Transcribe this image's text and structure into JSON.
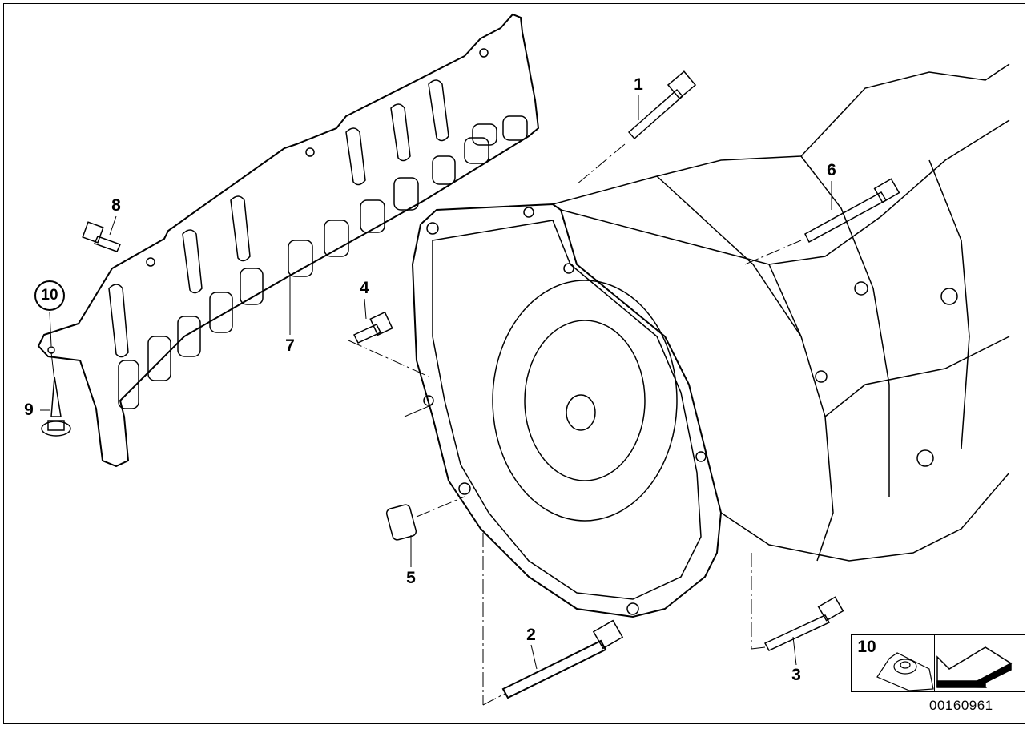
{
  "diagram": {
    "part_labels": [
      "1",
      "2",
      "3",
      "4",
      "5",
      "6",
      "7",
      "8",
      "9",
      "10"
    ],
    "inset_label": "10",
    "drawing_number": "00160961"
  }
}
